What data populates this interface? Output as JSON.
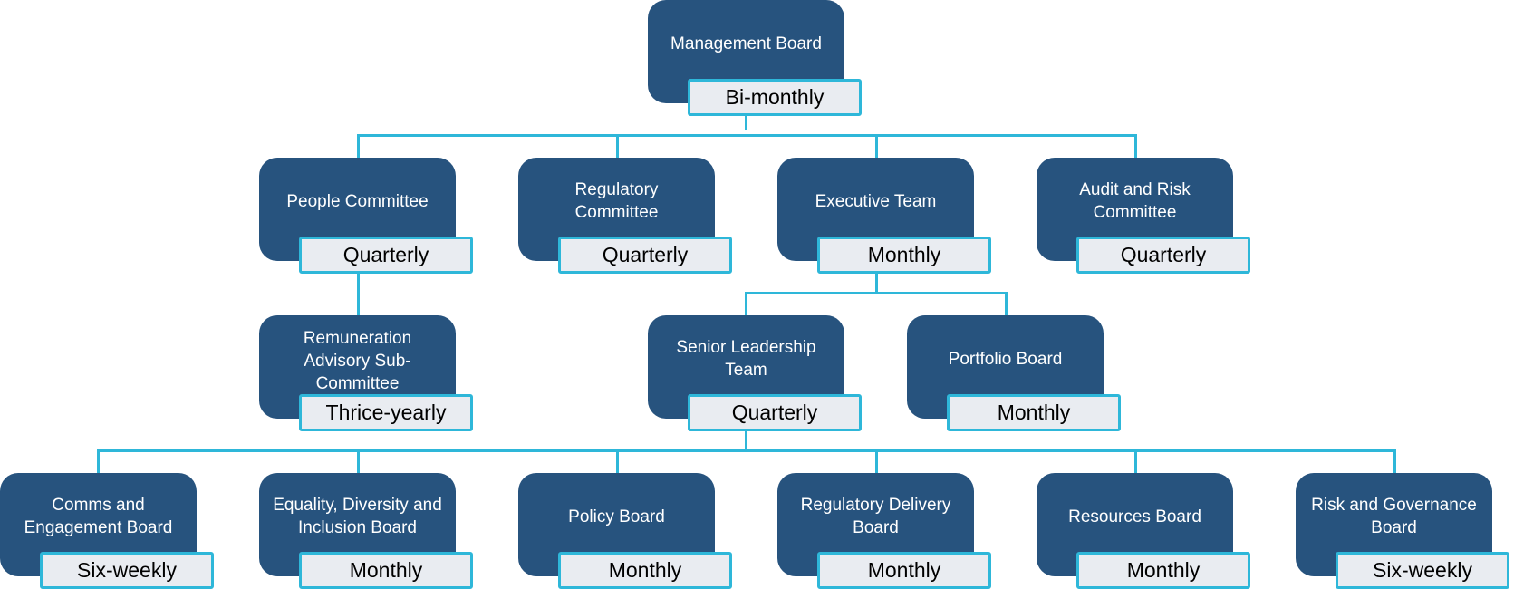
{
  "colors": {
    "node_fill": "#27537e",
    "node_text": "#ffffff",
    "frequency_fill": "#e9ecf1",
    "frequency_border": "#2eb7d9",
    "connector": "#2eb7d9"
  },
  "nodes": [
    {
      "id": "management-board",
      "title": "Management Board",
      "frequency": "Bi-monthly"
    },
    {
      "id": "people-committee",
      "title": "People Committee",
      "frequency": "Quarterly"
    },
    {
      "id": "regulatory-committee",
      "title": "Regulatory Committee",
      "frequency": "Quarterly"
    },
    {
      "id": "executive-team",
      "title": "Executive Team",
      "frequency": "Monthly"
    },
    {
      "id": "audit-and-risk-committee",
      "title": "Audit and Risk Committee",
      "frequency": "Quarterly"
    },
    {
      "id": "remuneration-advisory-sub-committee",
      "title": "Remuneration Advisory Sub-Committee",
      "frequency": "Thrice-yearly"
    },
    {
      "id": "senior-leadership-team",
      "title": "Senior Leadership Team",
      "frequency": "Quarterly"
    },
    {
      "id": "portfolio-board",
      "title": "Portfolio Board",
      "frequency": "Monthly"
    },
    {
      "id": "comms-and-engagement-board",
      "title": "Comms and Engagement Board",
      "frequency": "Six-weekly"
    },
    {
      "id": "equality-diversity-and-inclusion-board",
      "title": "Equality, Diversity and Inclusion Board",
      "frequency": "Monthly"
    },
    {
      "id": "policy-board",
      "title": "Policy Board",
      "frequency": "Monthly"
    },
    {
      "id": "regulatory-delivery-board",
      "title": "Regulatory Delivery Board",
      "frequency": "Monthly"
    },
    {
      "id": "resources-board",
      "title": "Resources Board",
      "frequency": "Monthly"
    },
    {
      "id": "risk-and-governance-board",
      "title": "Risk and Governance Board",
      "frequency": "Six-weekly"
    }
  ],
  "edges": [
    {
      "from": "management-board",
      "to": "people-committee"
    },
    {
      "from": "management-board",
      "to": "regulatory-committee"
    },
    {
      "from": "management-board",
      "to": "executive-team"
    },
    {
      "from": "management-board",
      "to": "audit-and-risk-committee"
    },
    {
      "from": "people-committee",
      "to": "remuneration-advisory-sub-committee"
    },
    {
      "from": "executive-team",
      "to": "senior-leadership-team"
    },
    {
      "from": "executive-team",
      "to": "portfolio-board"
    },
    {
      "from": "senior-leadership-team",
      "to": "comms-and-engagement-board"
    },
    {
      "from": "senior-leadership-team",
      "to": "equality-diversity-and-inclusion-board"
    },
    {
      "from": "senior-leadership-team",
      "to": "policy-board"
    },
    {
      "from": "senior-leadership-team",
      "to": "regulatory-delivery-board"
    },
    {
      "from": "senior-leadership-team",
      "to": "resources-board"
    },
    {
      "from": "senior-leadership-team",
      "to": "risk-and-governance-board"
    }
  ]
}
